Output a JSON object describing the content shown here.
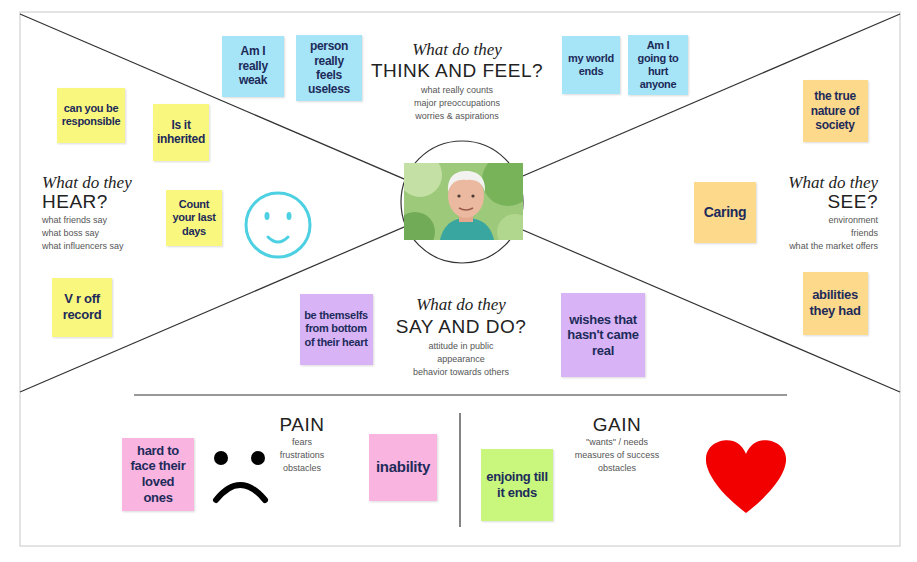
{
  "diagram": {
    "nodes": [
      {
        "text": [
          "Am I really weak"
        ]
      },
      {
        "text": [
          "person really feels useless"
        ]
      },
      {
        "text": [
          "my world ends"
        ]
      },
      {
        "text": [
          "Am I going to hurt anyone"
        ]
      },
      {
        "text": [
          "can you be responsible"
        ]
      },
      {
        "text": [
          "Is it inherited"
        ]
      },
      {
        "text": [
          "the true nature of society"
        ]
      },
      {
        "text": [
          "Count your last days"
        ]
      },
      {
        "text": [
          "Caring"
        ]
      },
      {
        "text": [
          "V r off record"
        ]
      },
      {
        "text": [
          "abilities they had"
        ]
      },
      {
        "text": [
          "be themselfs from bottom of their heart"
        ]
      },
      {
        "text": [
          "wishes that hasn't came real"
        ]
      },
      {
        "text": [
          "hard to face their loved ones"
        ]
      },
      {
        "text": [
          "inability"
        ]
      },
      {
        "text": [
          "enjoing till it ends"
        ]
      }
    ],
    "labels": [
      "What do they",
      "THINK AND FEEL?",
      "what really counts",
      "major preoccupations",
      "worries & aspirations",
      "What do they",
      "HEAR?",
      "what friends say",
      "what boss say",
      "what influencers say",
      "What do they",
      "SEE?",
      "environment",
      "friends",
      "what the market offers",
      "What do they",
      "SAY AND DO?",
      "attitude in public",
      "appearance",
      "behavior towards others",
      "PAIN",
      "fears",
      "frustrations",
      "obstacles",
      "GAIN",
      "\"wants\" / needs",
      "measures of success",
      "obstacles"
    ]
  }
}
